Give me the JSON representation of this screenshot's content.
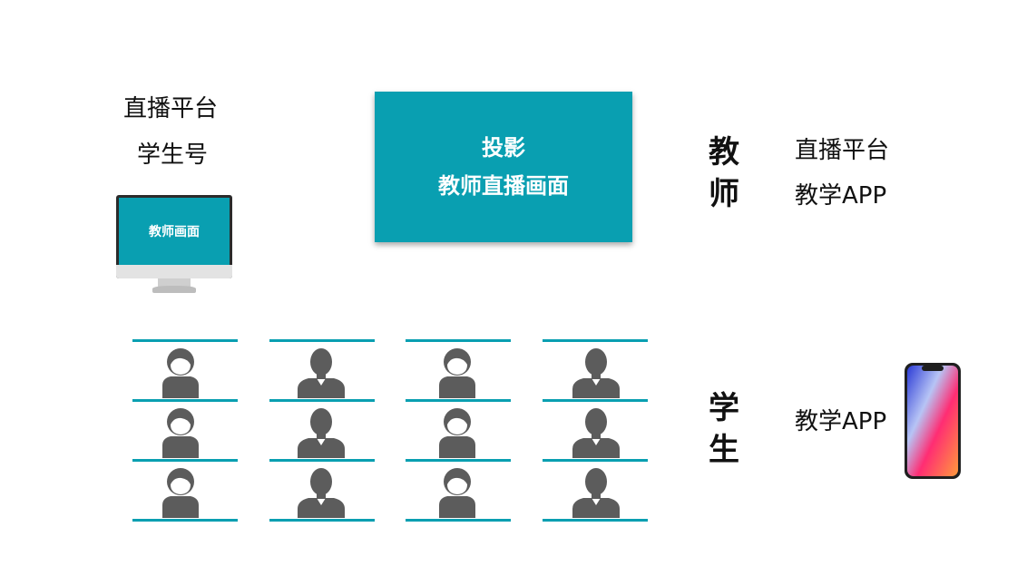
{
  "left_panel": {
    "line1": "直播平台",
    "line2": "学生号"
  },
  "monitor": {
    "screen_text": "教师画面"
  },
  "projector": {
    "line1": "投影",
    "line2": "教师直播画面"
  },
  "teacher": {
    "heading_char1": "教",
    "heading_char2": "师",
    "item1": "直播平台",
    "item2": "教学APP"
  },
  "student": {
    "heading_char1": "学",
    "heading_char2": "生",
    "item1": "教学APP"
  },
  "colors": {
    "accent": "#099fb1",
    "figure": "#5c5c5c"
  },
  "seating": {
    "rows": 3,
    "columns": 4,
    "column_types": [
      "female-student-icon",
      "male-student-icon",
      "female-student-icon",
      "male-student-icon"
    ]
  }
}
